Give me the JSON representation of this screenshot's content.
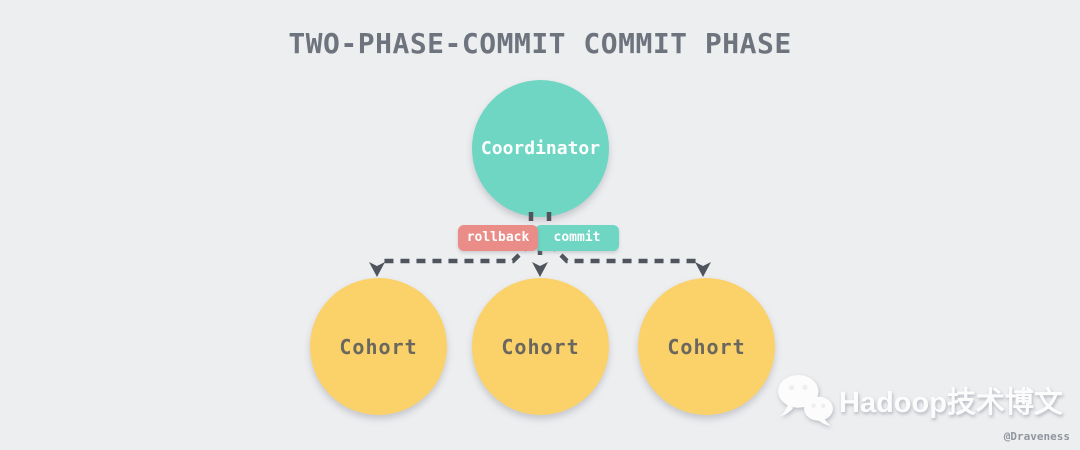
{
  "title": "TWO-PHASE-COMMIT COMMIT PHASE",
  "diagram": {
    "coordinator_label": "Coordinator",
    "messages": [
      {
        "label": "rollback",
        "color": "#ea8c88"
      },
      {
        "label": "commit",
        "color": "#6ed6c3"
      }
    ],
    "cohorts": [
      {
        "label": "Cohort"
      },
      {
        "label": "Cohort"
      },
      {
        "label": "Cohort"
      }
    ],
    "edge_style": "dashed",
    "edge_color": "#50545c",
    "node_colors": {
      "coordinator": "#6ed6c3",
      "cohort": "#fad269"
    }
  },
  "watermark": {
    "icon": "wechat-icon",
    "channel": "Hadoop技术博文",
    "author": "@Draveness"
  },
  "background_color": "#edeef0"
}
